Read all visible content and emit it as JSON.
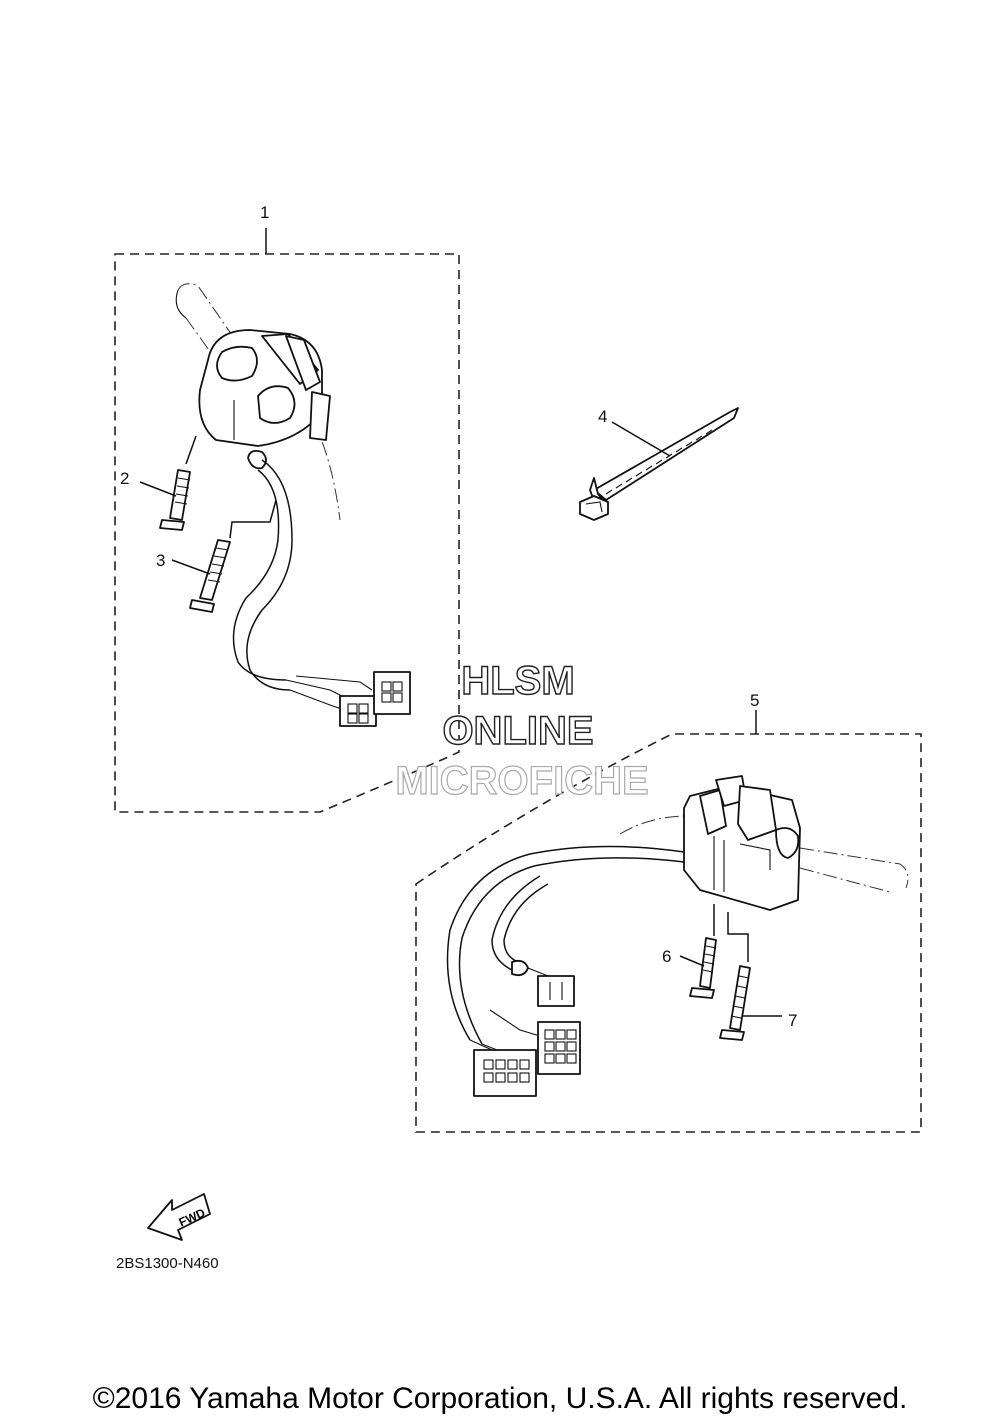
{
  "parts": {
    "callout_1": "1",
    "callout_2": "2",
    "callout_3": "3",
    "callout_4": "4",
    "callout_5": "5",
    "callout_6": "6",
    "callout_7": "7"
  },
  "fwd_label": "FWD",
  "diagram_code": "2BS1300-N460",
  "watermark": {
    "line1": "HLSM",
    "line2": "ONLINE",
    "line3": "MICROFICHE"
  },
  "copyright": "©2016 Yamaha Motor Corporation, U.S.A. All rights reserved."
}
